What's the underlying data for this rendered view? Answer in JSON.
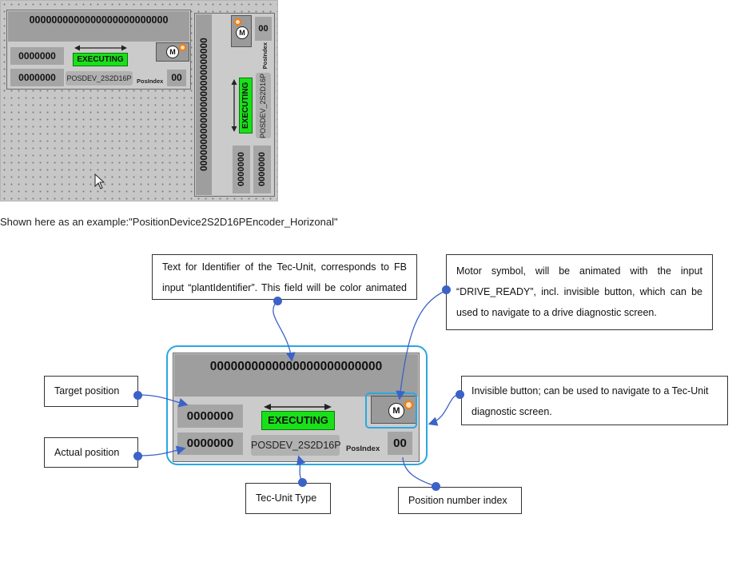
{
  "top_example": {
    "horizontal": {
      "identifier": "0000000000000000000000000",
      "target_value": "0000000",
      "actual_value": "0000000",
      "status": "EXECUTING",
      "type": "POSDEV_2S2D16P",
      "posindex_label": "PosIndex",
      "posindex_value": "00",
      "motor_letter": "M"
    },
    "vertical": {
      "identifier": "0000000000000000000000000",
      "posindex_value": "00",
      "posindex_label": "PosIndex",
      "status": "EXECUTING",
      "type": "POSDEV_2S2D16P",
      "target_value": "0000000",
      "actual_value": "0000000",
      "motor_letter": "M"
    }
  },
  "caption": "Shown here as an example:\"PositionDevice2S2D16PEncoder_Horizonal\"",
  "diagram": {
    "identifier": "0000000000000000000000000",
    "target_value": "0000000",
    "actual_value": "0000000",
    "status": "EXECUTING",
    "type": "POSDEV_2S2D16P",
    "posindex_label": "PosIndex",
    "posindex_value": "00",
    "motor_letter": "M"
  },
  "callouts": {
    "identifier": {
      "line1": "Text for Identifier of the Tec-Unit, corresponds to FB",
      "line2": "input “plantIdentifier”. This field will be color animated"
    },
    "motor": {
      "line1": "Motor symbol, will be animated with the input",
      "line2": "“DRIVE_READY”, incl. invisible button, which can be",
      "line3": "used to navigate to a drive diagnostic screen."
    },
    "invisible_button": {
      "line1": "Invisible button; can be used to navigate to a Tec-Unit",
      "line2": "diagnostic screen."
    },
    "target_position": "Target position",
    "actual_position": "Actual position",
    "tec_unit_type": "Tec-Unit Type",
    "position_index": "Position number index"
  },
  "colors": {
    "executing_green": "#19e019",
    "highlight_blue": "#29a8e0",
    "connector_blue": "#3b62c7",
    "warning_orange": "#ff7a00"
  },
  "icons": [
    "motor-icon",
    "warning-icon",
    "double-arrow-icon",
    "mouse-cursor-icon"
  ]
}
